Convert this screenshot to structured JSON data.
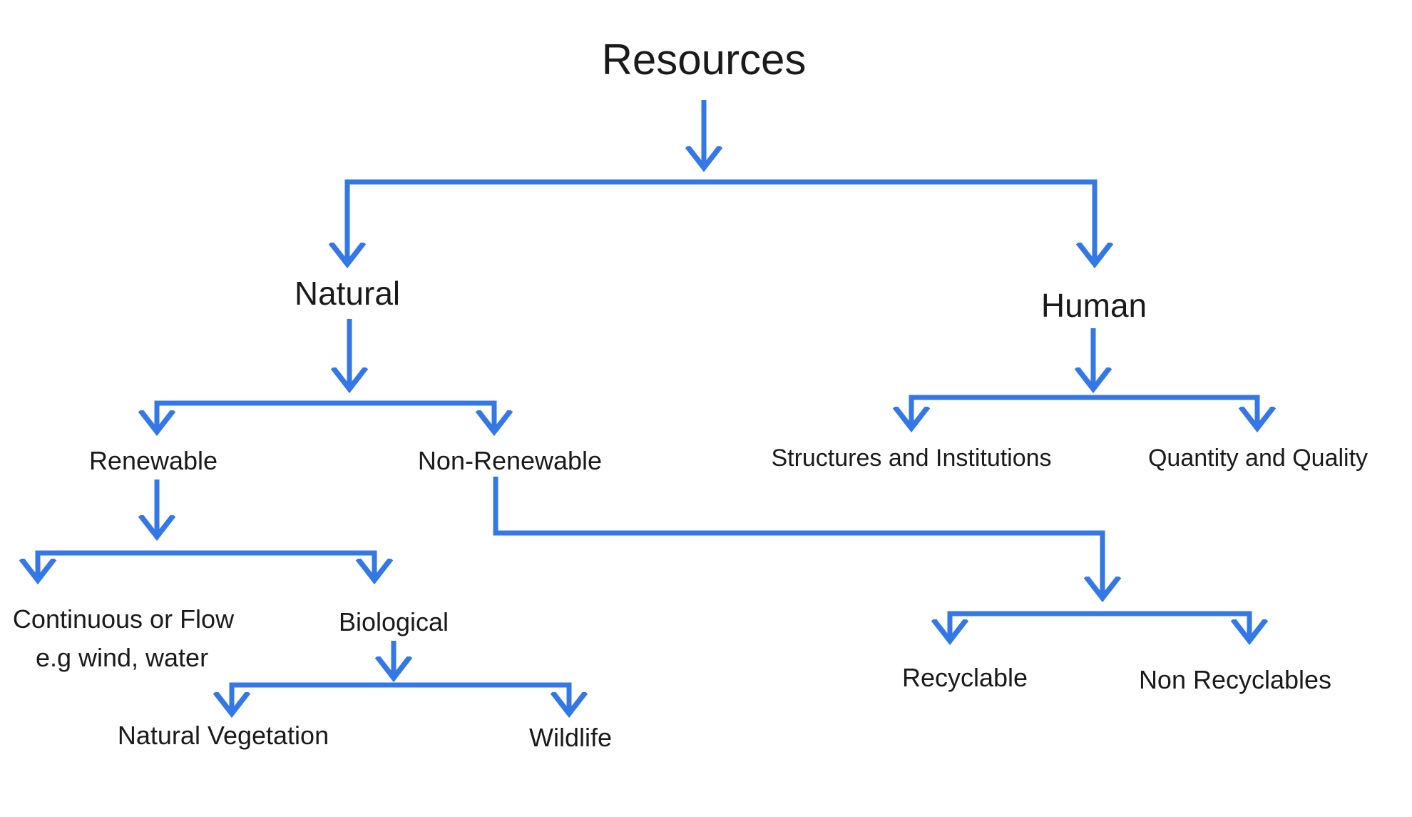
{
  "colors": {
    "accent": "#3478e8",
    "text": "#1a1a1c",
    "background": "#ffffff"
  },
  "diagram_title": "Resources",
  "nodes": {
    "resources": {
      "label": "Resources"
    },
    "natural": {
      "label": "Natural"
    },
    "human": {
      "label": "Human"
    },
    "renewable": {
      "label": "Renewable"
    },
    "non_renewable": {
      "label": "Non-Renewable"
    },
    "structures_and_institutions": {
      "label": "Structures and Institutions"
    },
    "quantity_and_quality": {
      "label": "Quantity and Quality"
    },
    "continuous_or_flow": {
      "label": "Continuous or Flow",
      "sublabel": "e.g wind, water"
    },
    "biological": {
      "label": "Biological"
    },
    "natural_vegetation": {
      "label": "Natural Vegetation"
    },
    "wildlife": {
      "label": "Wildlife"
    },
    "recyclable": {
      "label": "Recyclable"
    },
    "non_recyclables": {
      "label": "Non Recyclables"
    }
  },
  "hierarchy": {
    "Resources": {
      "Natural": {
        "Renewable": {
          "Continuous or Flow e.g wind, water": {},
          "Biological": {
            "Natural Vegetation": {},
            "Wildlife": {}
          }
        },
        "Non-Renewable": {
          "Recyclable": {},
          "Non Recyclables": {}
        }
      },
      "Human": {
        "Structures and Institutions": {},
        "Quantity and Quality": {}
      }
    }
  }
}
